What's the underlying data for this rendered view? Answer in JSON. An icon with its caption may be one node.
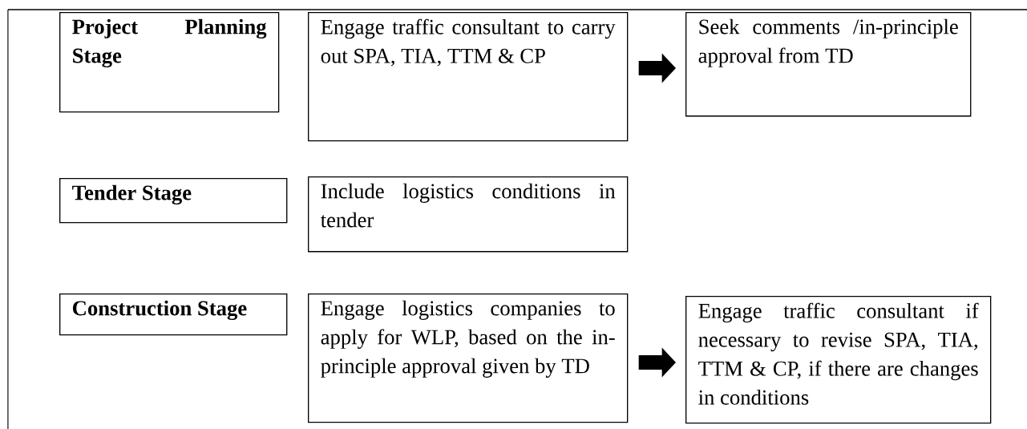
{
  "diagram": {
    "nodes": [
      {
        "text": [
          "Project Planning Stage"
        ]
      },
      {
        "text": [
          "Engage traffic consultant to carry out SPA, TIA, TTM & CP"
        ]
      },
      {
        "text": [
          "Seek comments /in-principle approval from TD"
        ]
      },
      {
        "text": [
          "Tender Stage"
        ]
      },
      {
        "text": [
          "Include logistics conditions in tender"
        ]
      },
      {
        "text": [
          "Construction Stage"
        ]
      },
      {
        "text": [
          "Engage logistics companies to apply for WLP, based on the in-principle approval given by TD"
        ]
      },
      {
        "text": [
          "Engage traffic consultant if necessary to revise SPA, TIA, TTM & CP, if there are changes in conditions"
        ]
      }
    ],
    "edges": [
      {
        "from": 1,
        "to": 2,
        "arrow": "to"
      },
      {
        "from": 6,
        "to": 7,
        "arrow": "to"
      }
    ]
  }
}
